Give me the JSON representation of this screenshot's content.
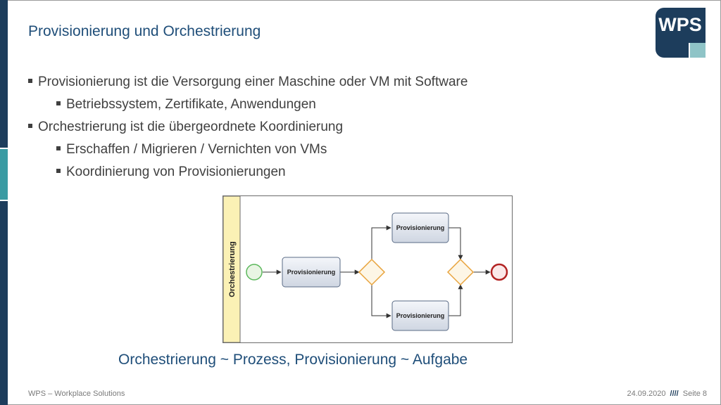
{
  "slide": {
    "title": "Provisionierung und Orchestrierung",
    "logo_text": "WPS",
    "bullets": [
      {
        "level": 1,
        "text": "Provisionierung ist die Versorgung einer Maschine oder VM mit Software"
      },
      {
        "level": 2,
        "text": "Betriebssystem, Zertifikate, Anwendungen"
      },
      {
        "level": 1,
        "text": "Orchestrierung ist die übergeordnete Koordinierung"
      },
      {
        "level": 2,
        "text": "Erschaffen / Migrieren / Vernichten von VMs"
      },
      {
        "level": 2,
        "text": "Koordinierung von Provisionierungen"
      }
    ],
    "caption": "Orchestrierung ~ Prozess, Provisionierung ~ Aufgabe"
  },
  "diagram": {
    "lane_label": "Orchestrierung",
    "task_main": "Provisionierung",
    "task_upper": "Provisionierung",
    "task_lower": "Provisionierung"
  },
  "footer": {
    "left": "WPS – Workplace Solutions",
    "date": "24.09.2020",
    "separator": "////",
    "page": "Seite 8"
  },
  "colors": {
    "brand_dark": "#1d3d5c",
    "brand_teal": "#3a9ba3",
    "title": "#1f4e79",
    "lane": "#fbf1b5",
    "start_event": "#5cb85c",
    "end_event": "#c0392b",
    "gateway": "#e8a33c"
  }
}
